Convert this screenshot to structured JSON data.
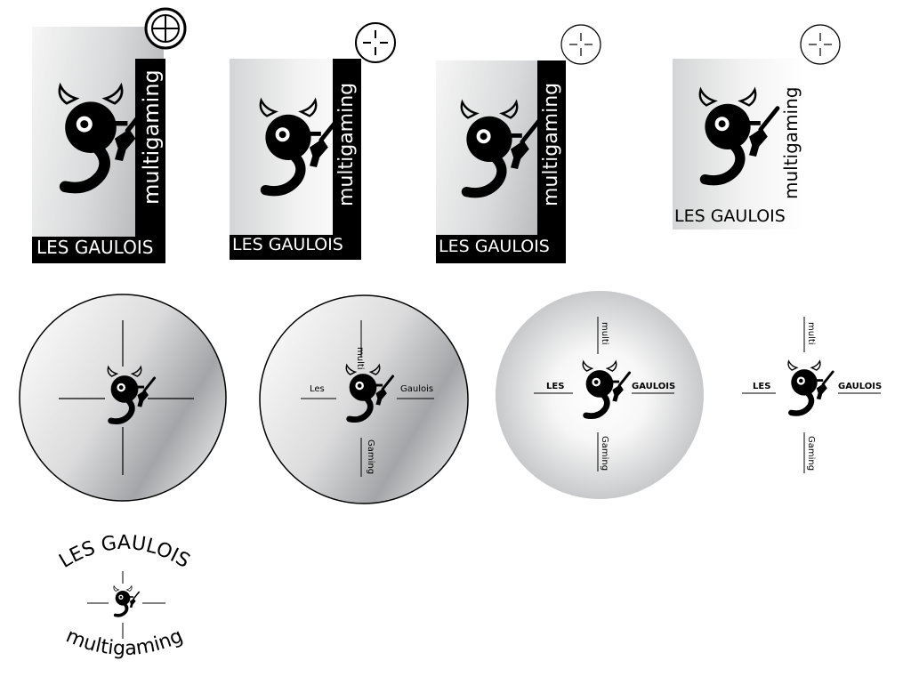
{
  "brand": {
    "short_word": "multigaming",
    "team_name": "LES GAULOIS",
    "parts": {
      "les_mixed": "Les",
      "gaulois_mixed": "Gaulois",
      "les_caps": "LES",
      "gaulois_caps": "GAULOIS",
      "multi": "multi",
      "gaming_cap": "Gaming"
    }
  },
  "colors": {
    "ink": "#000000",
    "paper": "#ffffff",
    "gradient_light": "#ffffff",
    "gradient_dark": "#a9abae",
    "scope_bg": "#ffffff"
  },
  "icons": [
    "crosshair-icon",
    "logo-g-mascot"
  ]
}
